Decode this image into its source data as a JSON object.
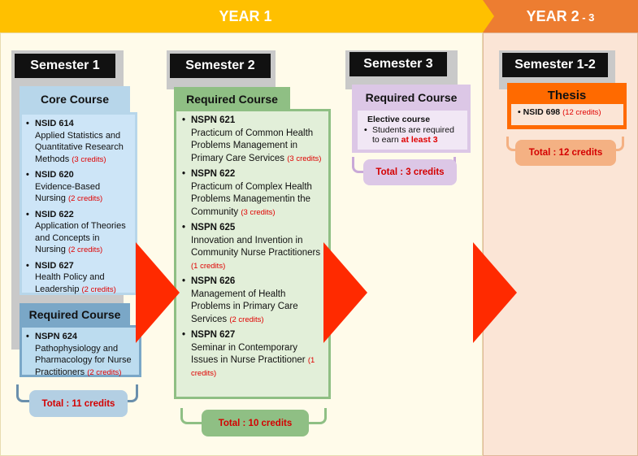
{
  "header": {
    "year1": "YEAR 1",
    "year23_main": "YEAR 2",
    "year23_suffix": " - 3"
  },
  "semester1": {
    "title": "Semester 1",
    "core": {
      "label": "Core Course",
      "items": [
        {
          "code": "NSID 614",
          "desc": "Applied Statistics and Quantitative Research Methods",
          "credits": "(3 credits)"
        },
        {
          "code": "NSID 620",
          "desc": "Evidence-Based Nursing",
          "credits": "(2 credits)"
        },
        {
          "code": "NSID 622",
          "desc": "Application of Theories and Concepts in Nursing",
          "credits": "(2 credits)"
        },
        {
          "code": "NSID 627",
          "desc": "Health Policy and Leadership",
          "credits": "(2 credits)"
        }
      ]
    },
    "required": {
      "label": "Required Course",
      "items": [
        {
          "code": "NSPN 624",
          "desc": "Pathophysiology and Pharmacology for Nurse Practitioners",
          "credits": "(2 credits)"
        }
      ]
    },
    "total": "Total : 11 credits"
  },
  "semester2": {
    "title": "Semester 2",
    "required": {
      "label": "Required Course",
      "items": [
        {
          "code": "NSPN 621",
          "desc": "Practicum of Common Health Problems Management in Primary Care Services",
          "credits": "(3 credits)"
        },
        {
          "code": "NSPN 622",
          "desc": "Practicum of Complex Health Problems Managementin the Community",
          "credits": "(3 credits)"
        },
        {
          "code": "NSPN 625",
          "desc": "Innovation and Invention in Community Nurse Practitioners",
          "credits": "(1 credits)"
        },
        {
          "code": "NSPN 626",
          "desc": "Management of Health Problems in Primary Care Services",
          "credits": "(2 credits)"
        },
        {
          "code": "NSPN 627",
          "desc": "Seminar in Contemporary Issues in Nurse Practitioner",
          "credits": "(1 credits)"
        }
      ]
    },
    "total": "Total : 10 credits"
  },
  "semester3": {
    "title": "Semester 3",
    "required": {
      "label": "Required Course",
      "elective_title": "Elective course",
      "elective_text": "Students are required to earn",
      "elective_emph": "at least 3"
    },
    "total": "Total : 3 credits"
  },
  "year23": {
    "title": "Semester 1-2",
    "thesis": {
      "label": "Thesis",
      "code": "NSID 698",
      "credits": "(12 credits)"
    },
    "total": "Total : 12 credits"
  },
  "colors": {
    "year1": "#ffc000",
    "year23": "#ed7d31",
    "arrow": "#ff2a00",
    "credits": "#e00000"
  }
}
